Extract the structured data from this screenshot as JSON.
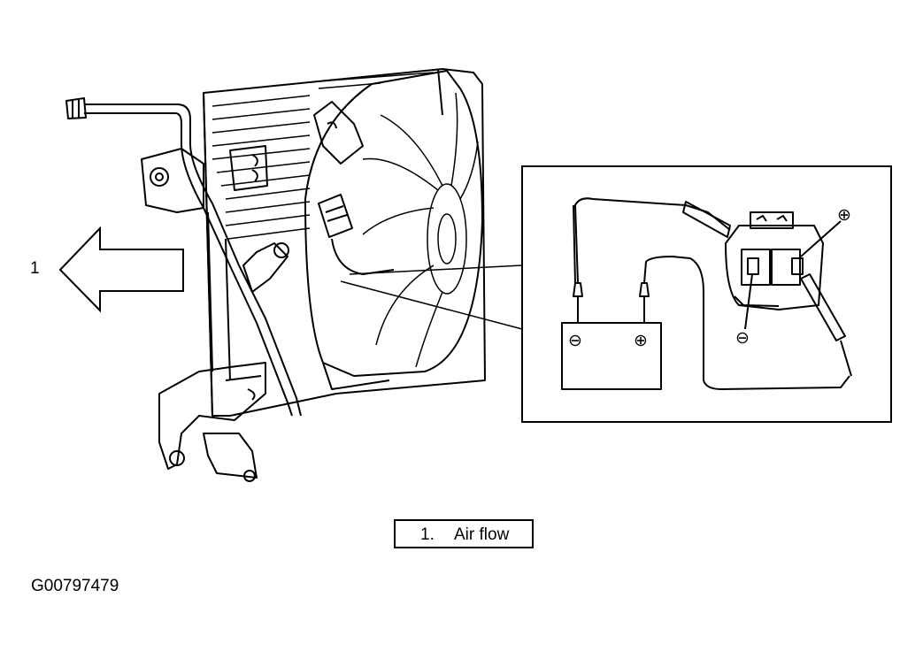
{
  "callout": {
    "number": "1"
  },
  "legend": {
    "number": "1.",
    "label": "Air flow"
  },
  "figure": {
    "id": "G00797479"
  },
  "inset": {
    "battery_negative": "⊖",
    "battery_positive": "⊕",
    "connector_negative": "⊖",
    "connector_positive": "⊕"
  },
  "colors": {
    "line": "#000000",
    "background": "#ffffff"
  }
}
